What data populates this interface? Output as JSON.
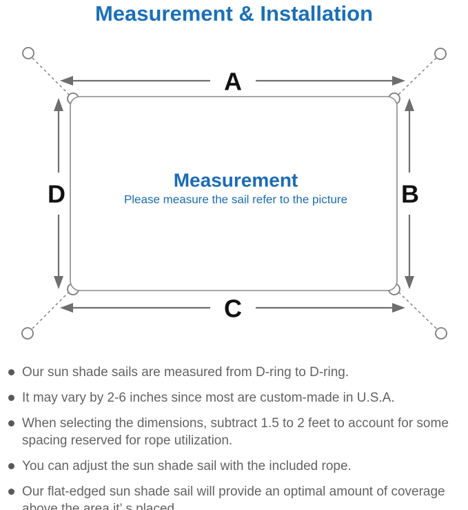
{
  "title": "Measurement & Installation",
  "diagram": {
    "center_title": "Measurement",
    "center_subtitle": "Please measure the sail refer to the picture",
    "dimension_labels": {
      "top": "A",
      "right": "B",
      "bottom": "C",
      "left": "D"
    }
  },
  "notes": {
    "items": [
      "Our sun shade sails are measured from D-ring to D-ring.",
      "It may vary by 2-6 inches since most are custom-made in U.S.A.",
      "When selecting the dimensions, subtract 1.5 to 2 feet to account for some spacing reserved for rope utilization.",
      "You can adjust the sun shade sail with the included rope.",
      "Our flat-edged sun shade sail will provide an optimal amount of coverage above the area it’ s placed."
    ]
  },
  "colors": {
    "accent_blue": "#1a70b8",
    "center_text_blue": "#1b6cb5",
    "diagram_line_gray": "#8a8a8a",
    "arrow_gray": "#6e6e6e",
    "label_black": "#111111",
    "note_text_gray": "#636363"
  }
}
